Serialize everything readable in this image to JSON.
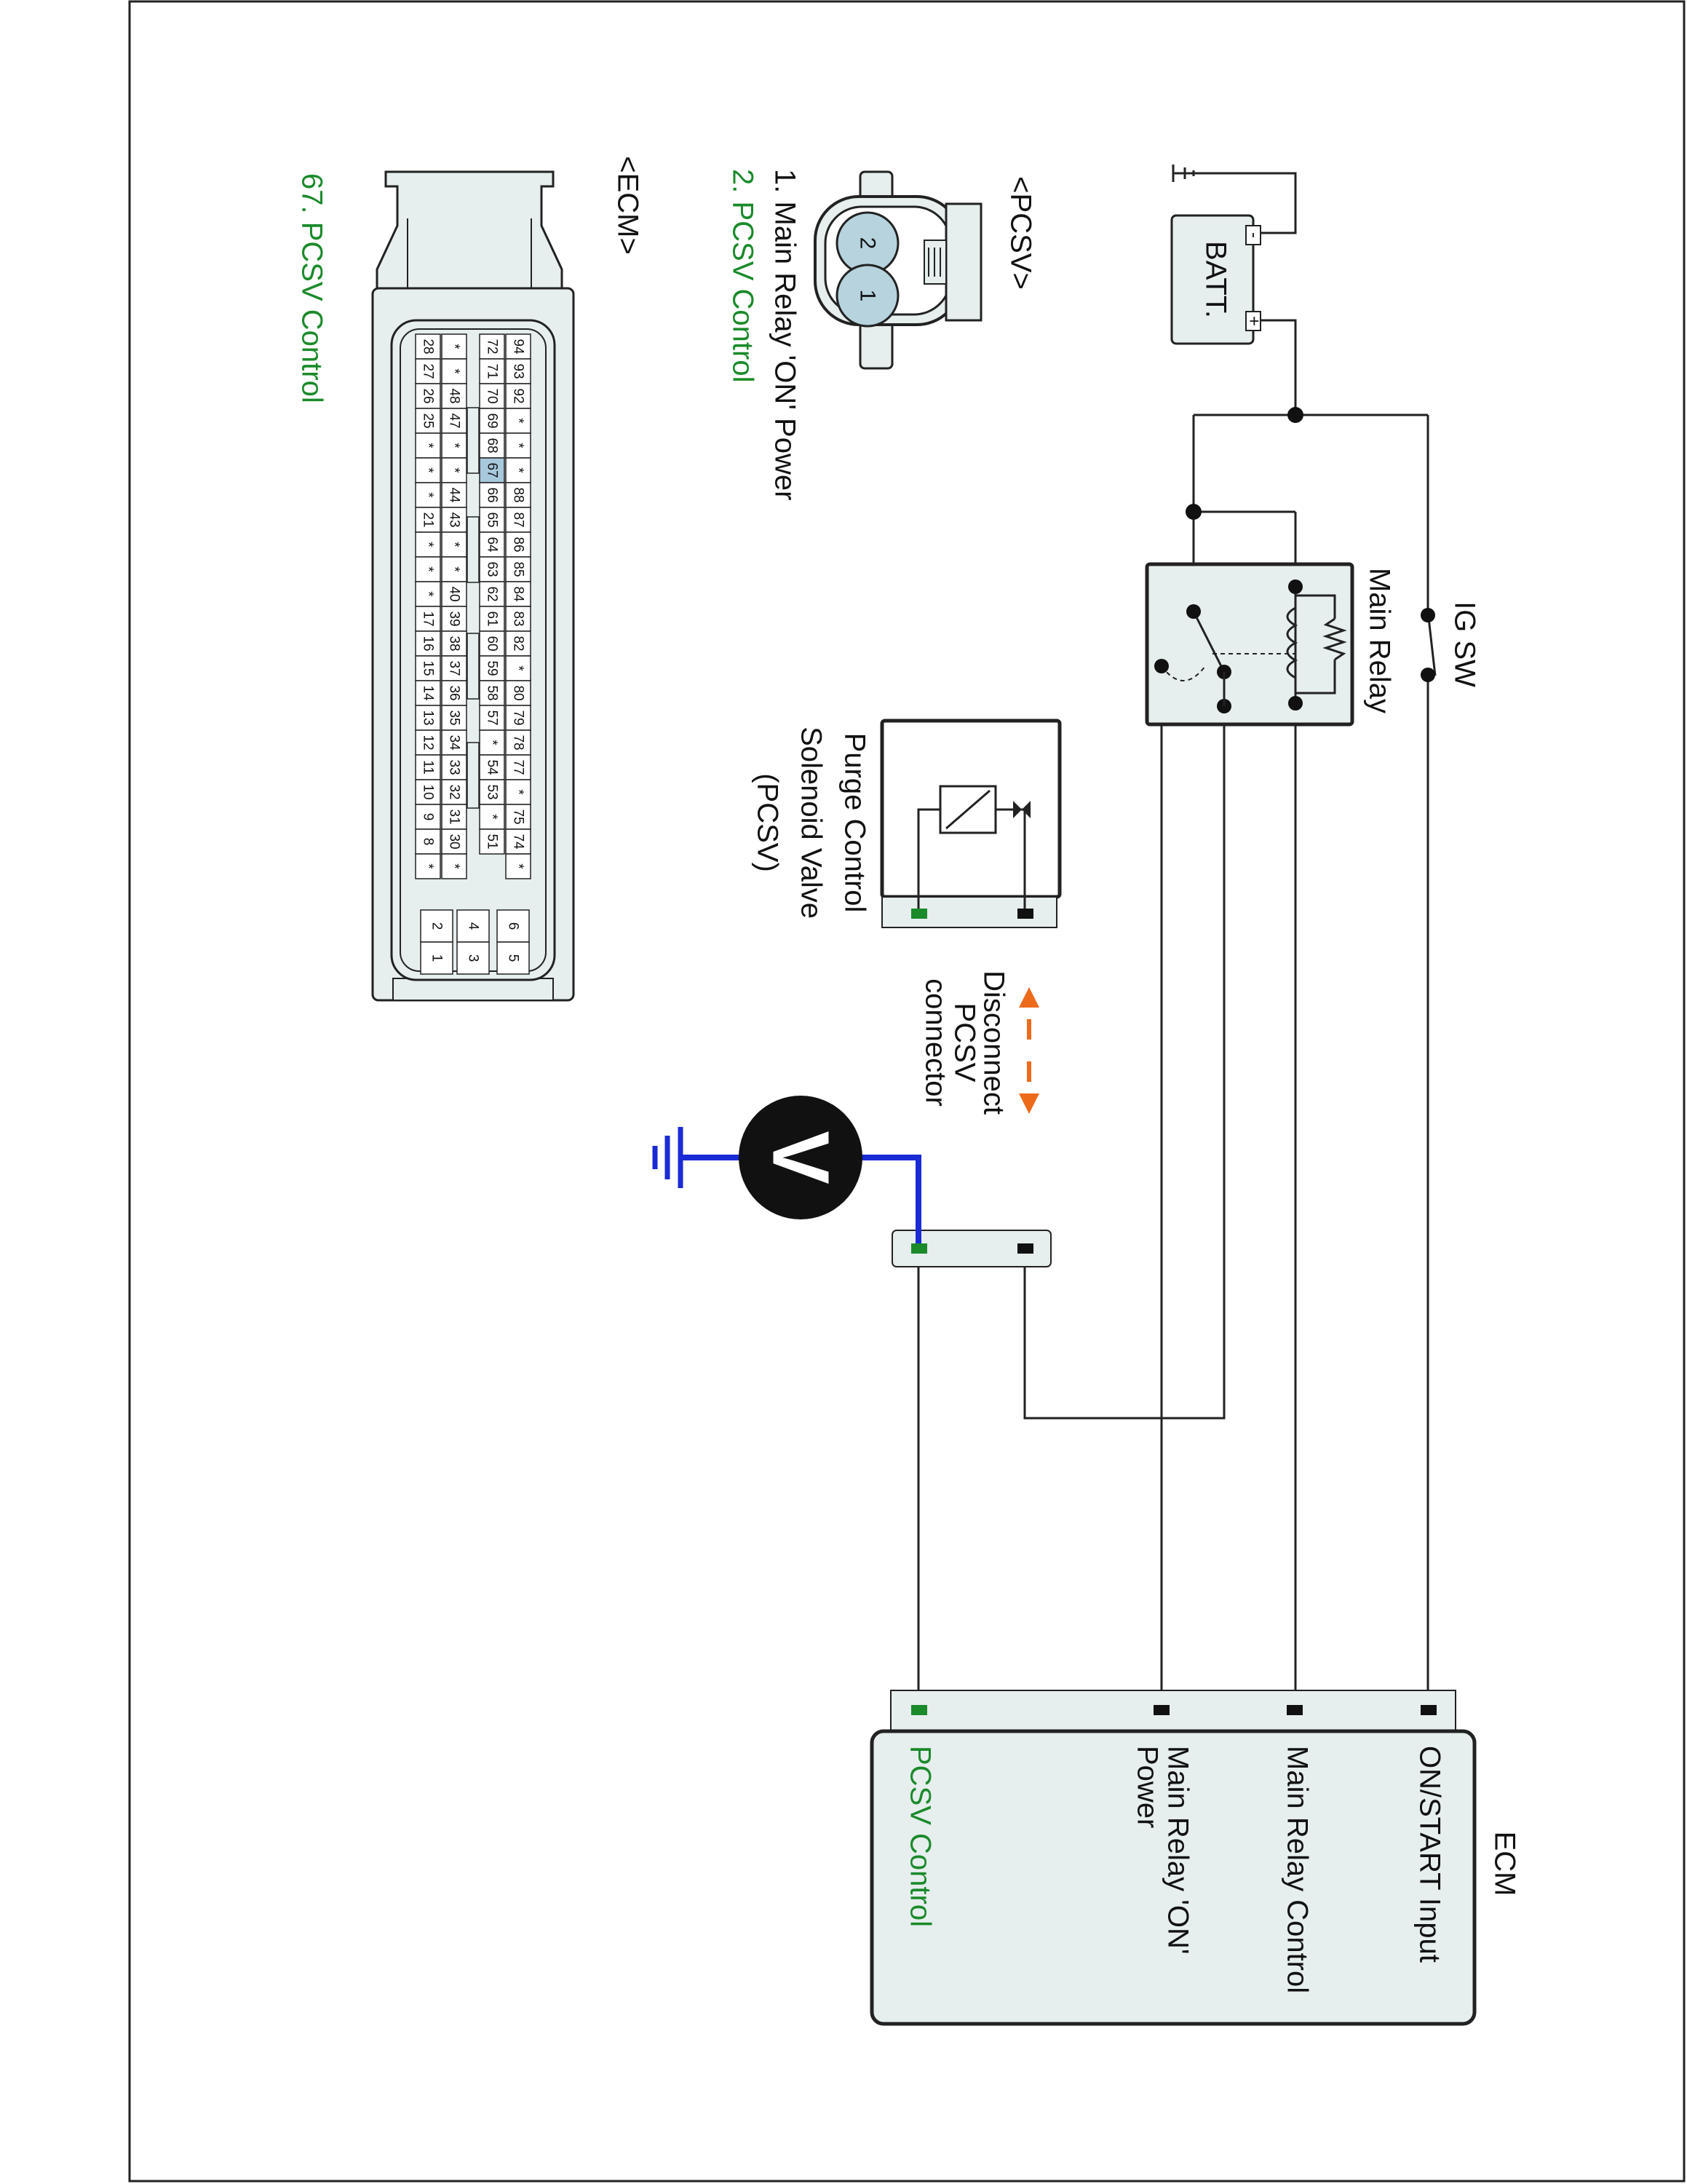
{
  "colors": {
    "wire": "#222222",
    "highlight_green": "#1a8a2a",
    "probe_blue": "#1a2bd6",
    "arrow_orange": "#ee6a1b",
    "connector_fill": "#e6eeee",
    "pin_highlight": "#a8c8dc"
  },
  "battery": {
    "label": "BATT.",
    "minus": "-",
    "plus": "+"
  },
  "ig_switch": {
    "label": "IG SW"
  },
  "main_relay": {
    "label": "Main Relay"
  },
  "pcsv_component": {
    "label_lines": [
      "Purge Control",
      "Solenoid Valve",
      "(PCSV)"
    ]
  },
  "disconnect_note": {
    "lines": [
      "Disconnect",
      "PCSV",
      "connector"
    ]
  },
  "voltmeter": {
    "symbol": "V"
  },
  "ecm_box": {
    "title": "ECM",
    "terminals": [
      "ON/START Input",
      "Main Relay Control",
      "Main Relay 'ON'",
      "Power",
      "PCSV Control"
    ]
  },
  "pcsv_connector": {
    "title": "<PCSV>",
    "pin_labels": [
      "2",
      "1"
    ],
    "legend": [
      "1. Main Relay 'ON' Power",
      "2. PCSV Control"
    ]
  },
  "ecm_connector": {
    "title": "<ECM>",
    "highlight_pin": "67",
    "caption": "67. PCSV Control",
    "pin_rows": [
      [
        "94",
        "93",
        "92",
        "*",
        "*",
        "*",
        "88",
        "87",
        "86",
        "85",
        "84",
        "83",
        "82",
        "*",
        "80",
        "79",
        "78",
        "77",
        "*",
        "75",
        "74",
        "*"
      ],
      [
        "72",
        "71",
        "70",
        "69",
        "68",
        "67",
        "66",
        "65",
        "64",
        "63",
        "62",
        "61",
        "60",
        "59",
        "58",
        "57",
        "*",
        "54",
        "53",
        "*",
        "51",
        ""
      ],
      [
        "*",
        "*",
        "48",
        "47",
        "*",
        "*",
        "44",
        "43",
        "*",
        "*",
        "40",
        "39",
        "38",
        "37",
        "36",
        "35",
        "34",
        "33",
        "32",
        "31",
        "30",
        "*"
      ],
      [
        "28",
        "27",
        "26",
        "25",
        "*",
        "*",
        "*",
        "21",
        "*",
        "*",
        "*",
        "17",
        "16",
        "15",
        "14",
        "13",
        "12",
        "11",
        "10",
        "9",
        "8",
        "*"
      ]
    ],
    "small_pins": [
      [
        "6",
        "5"
      ],
      [
        "4",
        "3"
      ],
      [
        "2",
        "1"
      ]
    ]
  }
}
